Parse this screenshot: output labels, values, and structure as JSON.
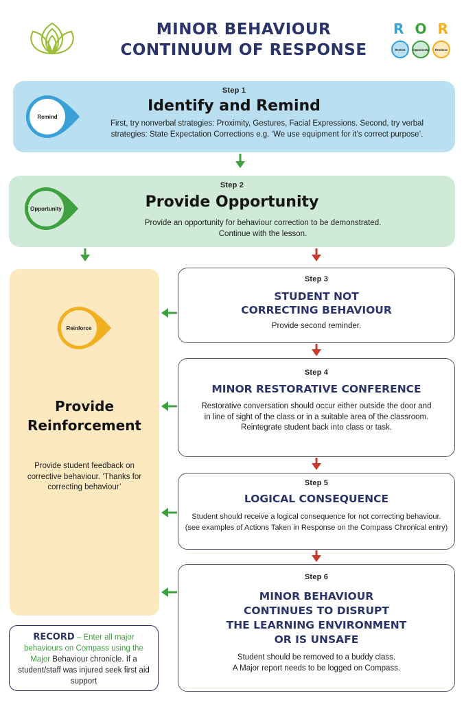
{
  "header": {
    "title_line1": "MINOR BEHAVIOUR",
    "title_line2": "CONTINUUM OF RESPONSE",
    "ror_letters": [
      "R",
      "O",
      "R"
    ],
    "ror_letter_colors": [
      "#3aa0d8",
      "#3fa03f",
      "#f0b020"
    ],
    "ror_badges": [
      "Remind",
      "Opportunity",
      "Reinforce"
    ]
  },
  "step1": {
    "label": "Step 1",
    "title": "Identify and Remind",
    "badge": "Remind",
    "line1": "First, try nonverbal strategies: Proximity, Gestures, Facial Expressions. Second, try verbal",
    "line2": "strategies: State Expectation Corrections e.g. ‘We use equipment for it’s correct purpose’."
  },
  "step2": {
    "label": "Step 2",
    "title": "Provide Opportunity",
    "badge": "Opportunity",
    "line1": "Provide an opportunity for behaviour correction to be demonstrated.",
    "line2": "Continue with the lesson."
  },
  "reinforce": {
    "badge": "Reinforce",
    "title_line1": "Provide",
    "title_line2": "Reinforcement",
    "line1": "Provide student feedback on",
    "line2": "corrective behaviour. ‘Thanks for",
    "line3": "correcting behaviour’"
  },
  "step3": {
    "label": "Step 3",
    "title_line1": "STUDENT NOT",
    "title_line2": "CORRECTING BEHAVIOUR",
    "line1": "Provide second reminder."
  },
  "step4": {
    "label": "Step 4",
    "title": "MINOR RESTORATIVE CONFERENCE",
    "line1": "Restorative conversation should occur either outside the door and",
    "line2": "in line of sight of the class or in a suitable area of the classroom.",
    "line3": "Reintegrate student back into class or task."
  },
  "step5": {
    "label": "Step 5",
    "title": "LOGICAL CONSEQUENCE",
    "line1": "Student should receive a logical consequence for not correcting behaviour.",
    "line2": "(see examples of Actions Taken in Response on the Compass Chronical entry)"
  },
  "step6": {
    "label": "Step 6",
    "title_line1": "MINOR BEHAVIOUR",
    "title_line2": "CONTINUES TO DISRUPT",
    "title_line3": "THE LEARNING ENVIRONMENT",
    "title_line4": "OR IS UNSAFE",
    "line1": "Student should be removed to a buddy class.",
    "line2": "A Major report needs to be logged on Compass."
  },
  "record": {
    "title": "RECORD",
    "green_part": " – Enter all major behaviours on Compass using the Major",
    "rest": "Behaviour chronicle. If a student/staff was injured seek first aid support"
  },
  "colors": {
    "navy": "#2b3468",
    "remind_blue": "#3aa0d8",
    "opportunity_green": "#3fa03f",
    "reinforce_yellow": "#f0b020",
    "arrow_red": "#c8392b"
  }
}
